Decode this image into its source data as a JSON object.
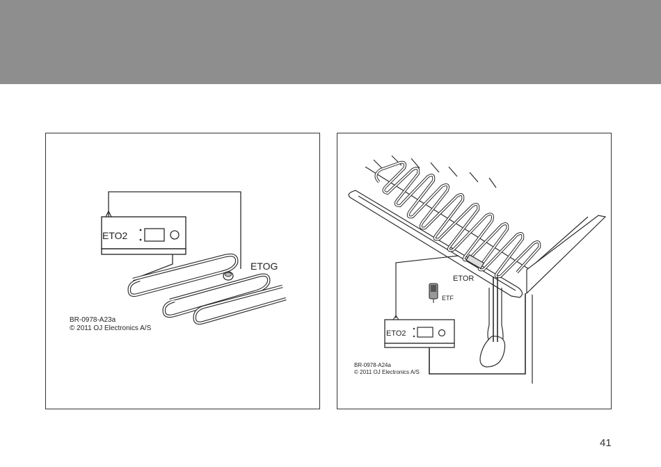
{
  "page": {
    "number": "41"
  },
  "figure_left": {
    "controller_label": "ETO2",
    "sensor_label": "ETOG",
    "drawing_ref": "BR-0978-A23a",
    "copyright": "© 2011 OJ Electronics A/S"
  },
  "figure_right": {
    "controller_label": "ETO2",
    "roof_sensor_label": "ETOR",
    "air_sensor_label": "ETF",
    "drawing_ref": "BR-0978-A24a",
    "copyright": "© 2011 OJ Electronics A/S"
  }
}
